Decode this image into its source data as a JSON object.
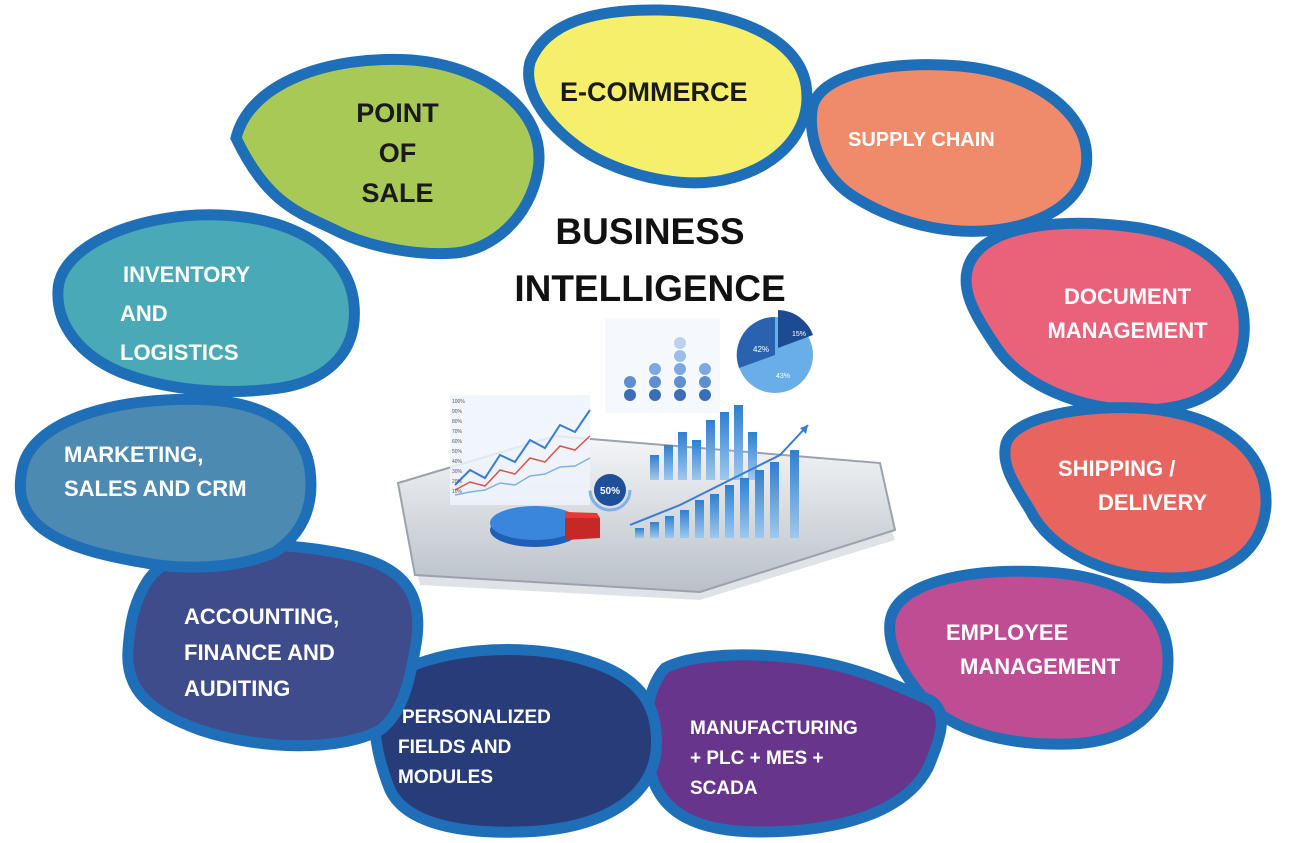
{
  "center_title": [
    "BUSINESS",
    "INTELLIGENCE"
  ],
  "modules": [
    {
      "id": "point-of-sale",
      "lines": [
        "POINT",
        "OF",
        "SALE"
      ],
      "color": "#a9c956"
    },
    {
      "id": "e-commerce",
      "lines": [
        "E-COMMERCE"
      ],
      "color": "#f5ef6c"
    },
    {
      "id": "supply-chain",
      "lines": [
        "SUPPLY CHAIN"
      ],
      "color": "#ef8a6b"
    },
    {
      "id": "document-management",
      "lines": [
        "DOCUMENT",
        "MANAGEMENT"
      ],
      "color": "#e9627a"
    },
    {
      "id": "shipping-delivery",
      "lines": [
        "SHIPPING /",
        "DELIVERY"
      ],
      "color": "#e8655f"
    },
    {
      "id": "employee-management",
      "lines": [
        "EMPLOYEE",
        "MANAGEMENT"
      ],
      "color": "#bf4d93"
    },
    {
      "id": "manufacturing",
      "lines": [
        "MANUFACTURING",
        "+ PLC + MES +",
        "SCADA"
      ],
      "color": "#67358c"
    },
    {
      "id": "personalized-fields",
      "lines": [
        "PERSONALIZED",
        "FIELDS AND",
        "MODULES"
      ],
      "color": "#283c7a"
    },
    {
      "id": "accounting",
      "lines": [
        "ACCOUNTING,",
        "FINANCE AND",
        "AUDITING"
      ],
      "color": "#3f4c8c"
    },
    {
      "id": "marketing",
      "lines": [
        "MARKETING,",
        "SALES AND CRM"
      ],
      "color": "#4d8ab1"
    },
    {
      "id": "inventory",
      "lines": [
        "INVENTORY",
        "AND",
        "LOGISTICS"
      ],
      "color": "#4aa9b6"
    }
  ],
  "bubble_border_color": "#1f6fb8",
  "dashboard": {
    "percent_badge": "50%",
    "pie_labels": [
      "42%",
      "15%",
      "43%"
    ],
    "axis_ticks": [
      "100%",
      "90%",
      "80%",
      "70%",
      "60%",
      "50%",
      "40%",
      "30%",
      "20%",
      "10%"
    ]
  }
}
